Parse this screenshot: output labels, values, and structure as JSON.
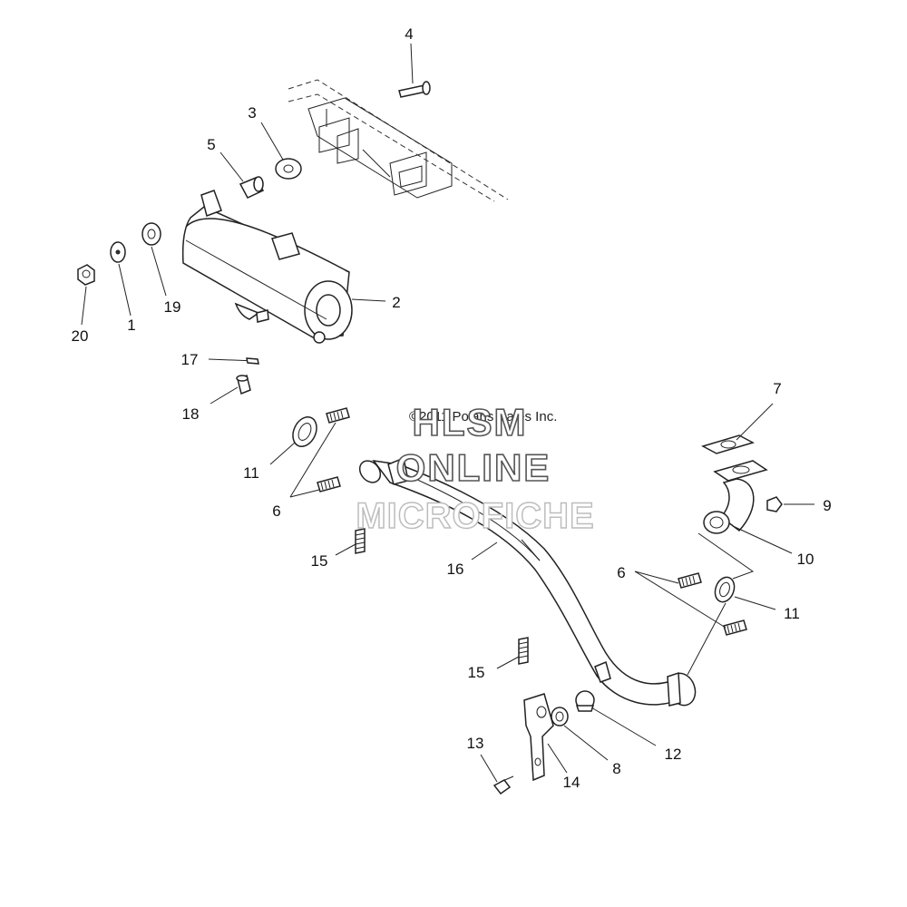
{
  "diagram": {
    "copyright": "©2011 Polaris Sales Inc.",
    "watermark": {
      "line1": "HLSM",
      "line2": "ONLINE",
      "line3": "MICROFICHE"
    },
    "callouts": {
      "c1": "1",
      "c2": "2",
      "c3": "3",
      "c4": "4",
      "c5": "5",
      "c6a": "6",
      "c6b": "6",
      "c7": "7",
      "c8": "8",
      "c9": "9",
      "c10": "10",
      "c11a": "11",
      "c11b": "11",
      "c12": "12",
      "c13": "13",
      "c14": "14",
      "c15a": "15",
      "c15b": "15",
      "c16": "16",
      "c17": "17",
      "c18": "18",
      "c19": "19",
      "c20": "20"
    }
  }
}
